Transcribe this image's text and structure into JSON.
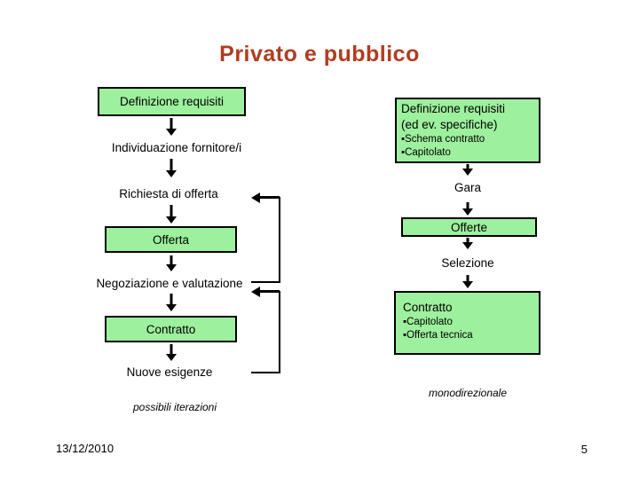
{
  "title": "Privato e pubblico",
  "colors": {
    "title": "#B03C20",
    "box_fill": "#9DF09D",
    "line": "#000000",
    "text": "#000000"
  },
  "left_flow": {
    "step1_box": "Definizione requisiti",
    "step2": "Individuazione fornitore/i",
    "step3": "Richiesta di offerta",
    "step4_box": "Offerta",
    "step5": "Negoziazione e valutazione",
    "step6_box": "Contratto",
    "step7": "Nuove esigenze",
    "caption": "possibili iterazioni"
  },
  "right_flow": {
    "box1_line1": "Definizione requisiti",
    "box1_line2": "(ed ev. specifiche)",
    "box1_bullet1": "▪Schema contratto",
    "box1_bullet2": "▪Capitolato",
    "step2": "Gara",
    "box3": "Offerte",
    "step4": "Selezione",
    "box5_title": "Contratto",
    "box5_bullet1": "▪Capitolato",
    "box5_bullet2": "▪Offerta tecnica",
    "caption": "monodirezionale"
  },
  "footer": {
    "date": "13/12/2010",
    "page": "5"
  }
}
